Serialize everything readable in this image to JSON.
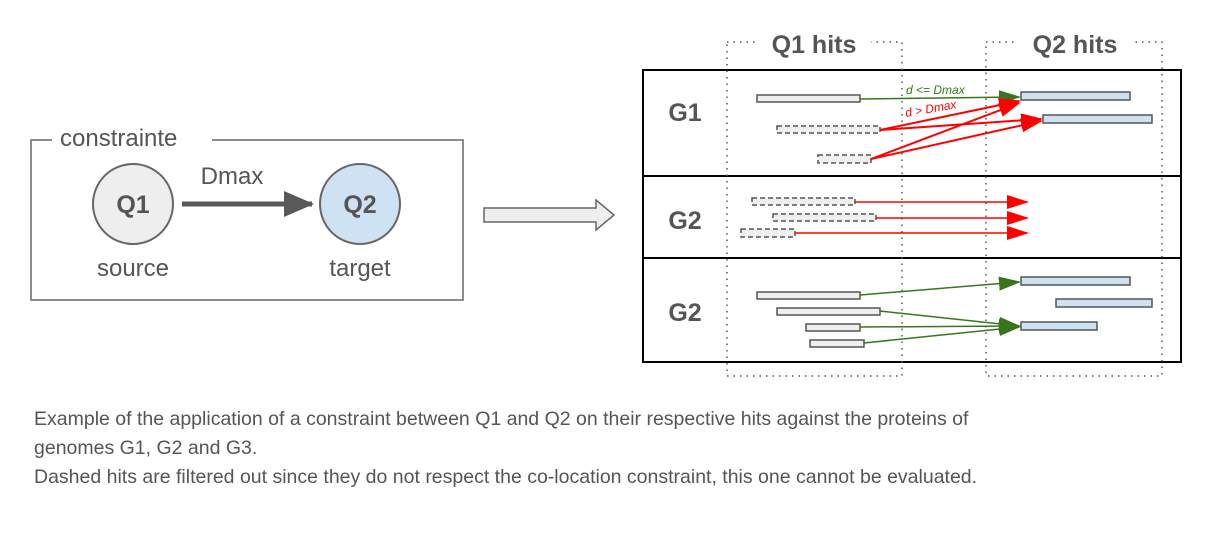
{
  "constraint": {
    "title": "constrainte",
    "source_node": "Q1",
    "target_node": "Q2",
    "edge_label": "Dmax",
    "source_label": "source",
    "target_label": "target"
  },
  "columns": {
    "q1": "Q1 hits",
    "q2": "Q2 hits"
  },
  "genomes": [
    "G1",
    "G2",
    "G2"
  ],
  "annotations": {
    "ok": "d <= Dmax",
    "fail": "d > Dmax"
  },
  "caption": [
    "Example of the application of a constraint between Q1 and Q2 on their respective hits against the proteins of",
    "genomes G1, G2 and G3.",
    "Dashed hits are filtered out since they do not respect the co-location constraint, this  one cannot be evaluated."
  ],
  "colors": {
    "ok": "#38761d",
    "fail": "#ff0000",
    "q1": "#eeeeee",
    "q2": "#cfe2f3"
  }
}
